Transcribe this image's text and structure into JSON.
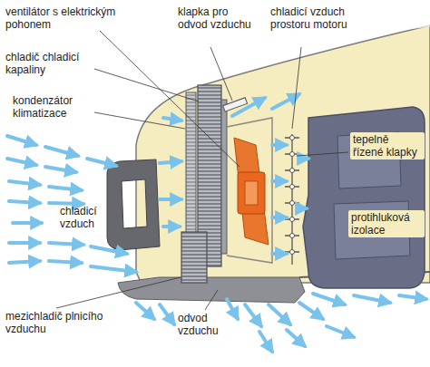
{
  "diagram": {
    "labels": [
      "ventilátor s elektrickým pohonem",
      "klapka pro odvod vzduchu",
      "chladicí vzduch prostoru motoru",
      "chladič chladicí kapaliny",
      "kondenzátor klimatizace",
      "tepelně řízené klapky",
      "chladicí vzduch",
      "protihluková izolace",
      "mezichladič plnicího vzduchu",
      "odvod vzduchu"
    ]
  }
}
